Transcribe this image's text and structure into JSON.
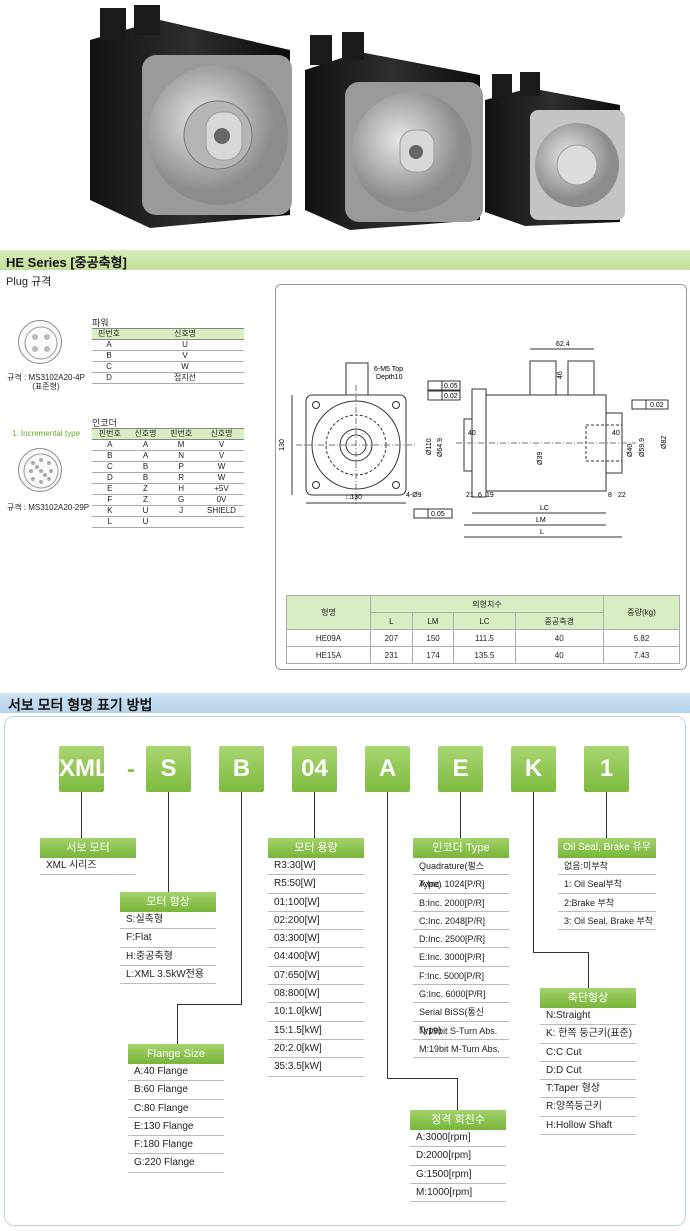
{
  "header": {
    "series_title": "HE Series [중공축형]",
    "plug_label": "Plug 규격"
  },
  "power": {
    "title": "파워",
    "columns": [
      "핀번호",
      "신호명"
    ],
    "rows": [
      [
        "A",
        "U"
      ],
      [
        "B",
        "V"
      ],
      [
        "C",
        "W"
      ],
      [
        "D",
        "접지선"
      ]
    ],
    "connector_label": "규격 : MS3102A20-4P",
    "connector_sub": "(표준형)"
  },
  "encoder": {
    "title": "인코더",
    "type_label": "1. Incremental type",
    "columns": [
      "핀번호",
      "신호명",
      "핀번호",
      "신호명"
    ],
    "rows": [
      [
        "A",
        "A",
        "M",
        "V"
      ],
      [
        "B",
        "A",
        "N",
        "V"
      ],
      [
        "C",
        "B",
        "P",
        "W"
      ],
      [
        "D",
        "B",
        "R",
        "W"
      ],
      [
        "E",
        "Z",
        "H",
        "+5V"
      ],
      [
        "F",
        "Z",
        "G",
        "0V"
      ],
      [
        "K",
        "U",
        "J",
        "SHIELD"
      ],
      [
        "L",
        "U",
        "",
        ""
      ]
    ],
    "connector_label": "규격 : MS3102A20-29P"
  },
  "drawing": {
    "labels": {
      "m5": "6-M5 Top",
      "depth": "Depth10",
      "d130": "130",
      "sq130": "□130",
      "holes": "4-Ø9",
      "d624": "62.4",
      "d46": "46",
      "d21": "21",
      "d6": "6",
      "d19": "19",
      "d8": "8",
      "d22": "22",
      "lc": "LC",
      "lm": "LM",
      "l": "L",
      "tol1": "0.05",
      "tol2": "0.02",
      "tol3": "0.05",
      "tol4": "0.02",
      "d110": "Ø110",
      "d649": "Ø64.9",
      "d40a": "40",
      "d40b": "40",
      "d39": "Ø39",
      "d40c": "Ø40",
      "d599": "Ø59.9",
      "d82": "Ø82"
    }
  },
  "dimensions": {
    "col_model": "형명",
    "col_outer": "외형치수",
    "col_weight": "중량(kg)",
    "sub": [
      "L",
      "LM",
      "LC",
      "중공축경"
    ],
    "rows": [
      [
        "HE09A",
        "207",
        "150",
        "111.5",
        "40",
        "5.82"
      ],
      [
        "HE15A",
        "231",
        "174",
        "135.5",
        "40",
        "7.43"
      ]
    ]
  },
  "naming": {
    "title": "서보 모터 형명 표기 방법",
    "codes": [
      "XML",
      "S",
      "B",
      "04",
      "A",
      "E",
      "K",
      "1"
    ],
    "dash": "-",
    "groups": {
      "servo": {
        "label": "서보 모터",
        "items": [
          "XML 시리즈"
        ]
      },
      "shape": {
        "label": "모터 형상",
        "items": [
          "S:실축형",
          "F:Flat",
          "H:중공축형",
          "L:XML 3.5kW전용"
        ]
      },
      "flange": {
        "label": "Flange Size",
        "items": [
          "A:40 Flange",
          "B:60 Flange",
          "C:80 Flange",
          "E:130 Flange",
          "F:180 Flange",
          "G:220 Flange"
        ]
      },
      "capacity": {
        "label": "모터 용량",
        "items": [
          "R3:30[W]",
          "R5:50[W]",
          "01:100[W]",
          "02:200[W]",
          "03:300[W]",
          "04:400[W]",
          "07:650[W]",
          "08:800[W]",
          "10:1.0[kW]",
          "15:1.5[kW]",
          "20:2.0[kW]",
          "35:3.5[kW]"
        ]
      },
      "encoder": {
        "label": "인코더 Type",
        "items": [
          "Quadrature(펄스 Type)",
          "A:Inc. 1024[P/R]",
          "B:Inc. 2000[P/R]",
          "C:Inc. 2048[P/R]",
          "D:Inc. 2500[P/R]",
          "E:Inc. 3000[P/R]",
          "F:Inc. 5000[P/R]",
          "G:Inc. 6000[P/R]",
          "Serial BiSS(통신 Type)",
          "N:19bit S-Turn Abs.",
          "M:19bit M-Turn Abs."
        ]
      },
      "rpm": {
        "label": "정격 회전수",
        "items": [
          "A:3000[rpm]",
          "D:2000[rpm]",
          "G:1500[rpm]",
          "M:1000[rpm]"
        ]
      },
      "oilseal": {
        "label": "Oil Seal, Brake 유무",
        "items": [
          "없음:미부착",
          "1: Oil Seal부착",
          "2:Brake 부착",
          "3: Oil Seal, Brake 부착"
        ]
      },
      "shaft": {
        "label": "축단형상",
        "items": [
          "N:Straight",
          "K: 한쪽 둥근키(표준)",
          "C:C Cut",
          "D:D Cut",
          "T:Taper 형상",
          "R:양쪽둥근키",
          "H:Hollow Shaft"
        ]
      }
    }
  }
}
